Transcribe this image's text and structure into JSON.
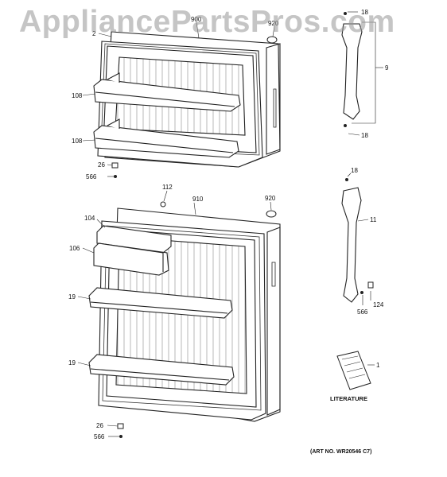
{
  "watermark": "AppliancePartsPros.com",
  "literature_label": "LITERATURE",
  "art_number": "(ART NO. WR20546 C7)",
  "callouts": [
    {
      "id": "c2",
      "text": "2"
    },
    {
      "id": "c900",
      "text": "900"
    },
    {
      "id": "c920a",
      "text": "920"
    },
    {
      "id": "c108a",
      "text": "108"
    },
    {
      "id": "c108b",
      "text": "108"
    },
    {
      "id": "c26a",
      "text": "26"
    },
    {
      "id": "c566a",
      "text": "566"
    },
    {
      "id": "c18a",
      "text": "18"
    },
    {
      "id": "c9",
      "text": "9"
    },
    {
      "id": "c18b",
      "text": "18"
    },
    {
      "id": "c18c",
      "text": "18"
    },
    {
      "id": "c112",
      "text": "112"
    },
    {
      "id": "c910",
      "text": "910"
    },
    {
      "id": "c920b",
      "text": "920"
    },
    {
      "id": "c104",
      "text": "104"
    },
    {
      "id": "c106",
      "text": "106"
    },
    {
      "id": "c19a",
      "text": "19"
    },
    {
      "id": "c19b",
      "text": "19"
    },
    {
      "id": "c11",
      "text": "11"
    },
    {
      "id": "c124",
      "text": "124"
    },
    {
      "id": "c566b",
      "text": "566"
    },
    {
      "id": "c1",
      "text": "1"
    },
    {
      "id": "c26b",
      "text": "26"
    },
    {
      "id": "c566c",
      "text": "566"
    }
  ]
}
